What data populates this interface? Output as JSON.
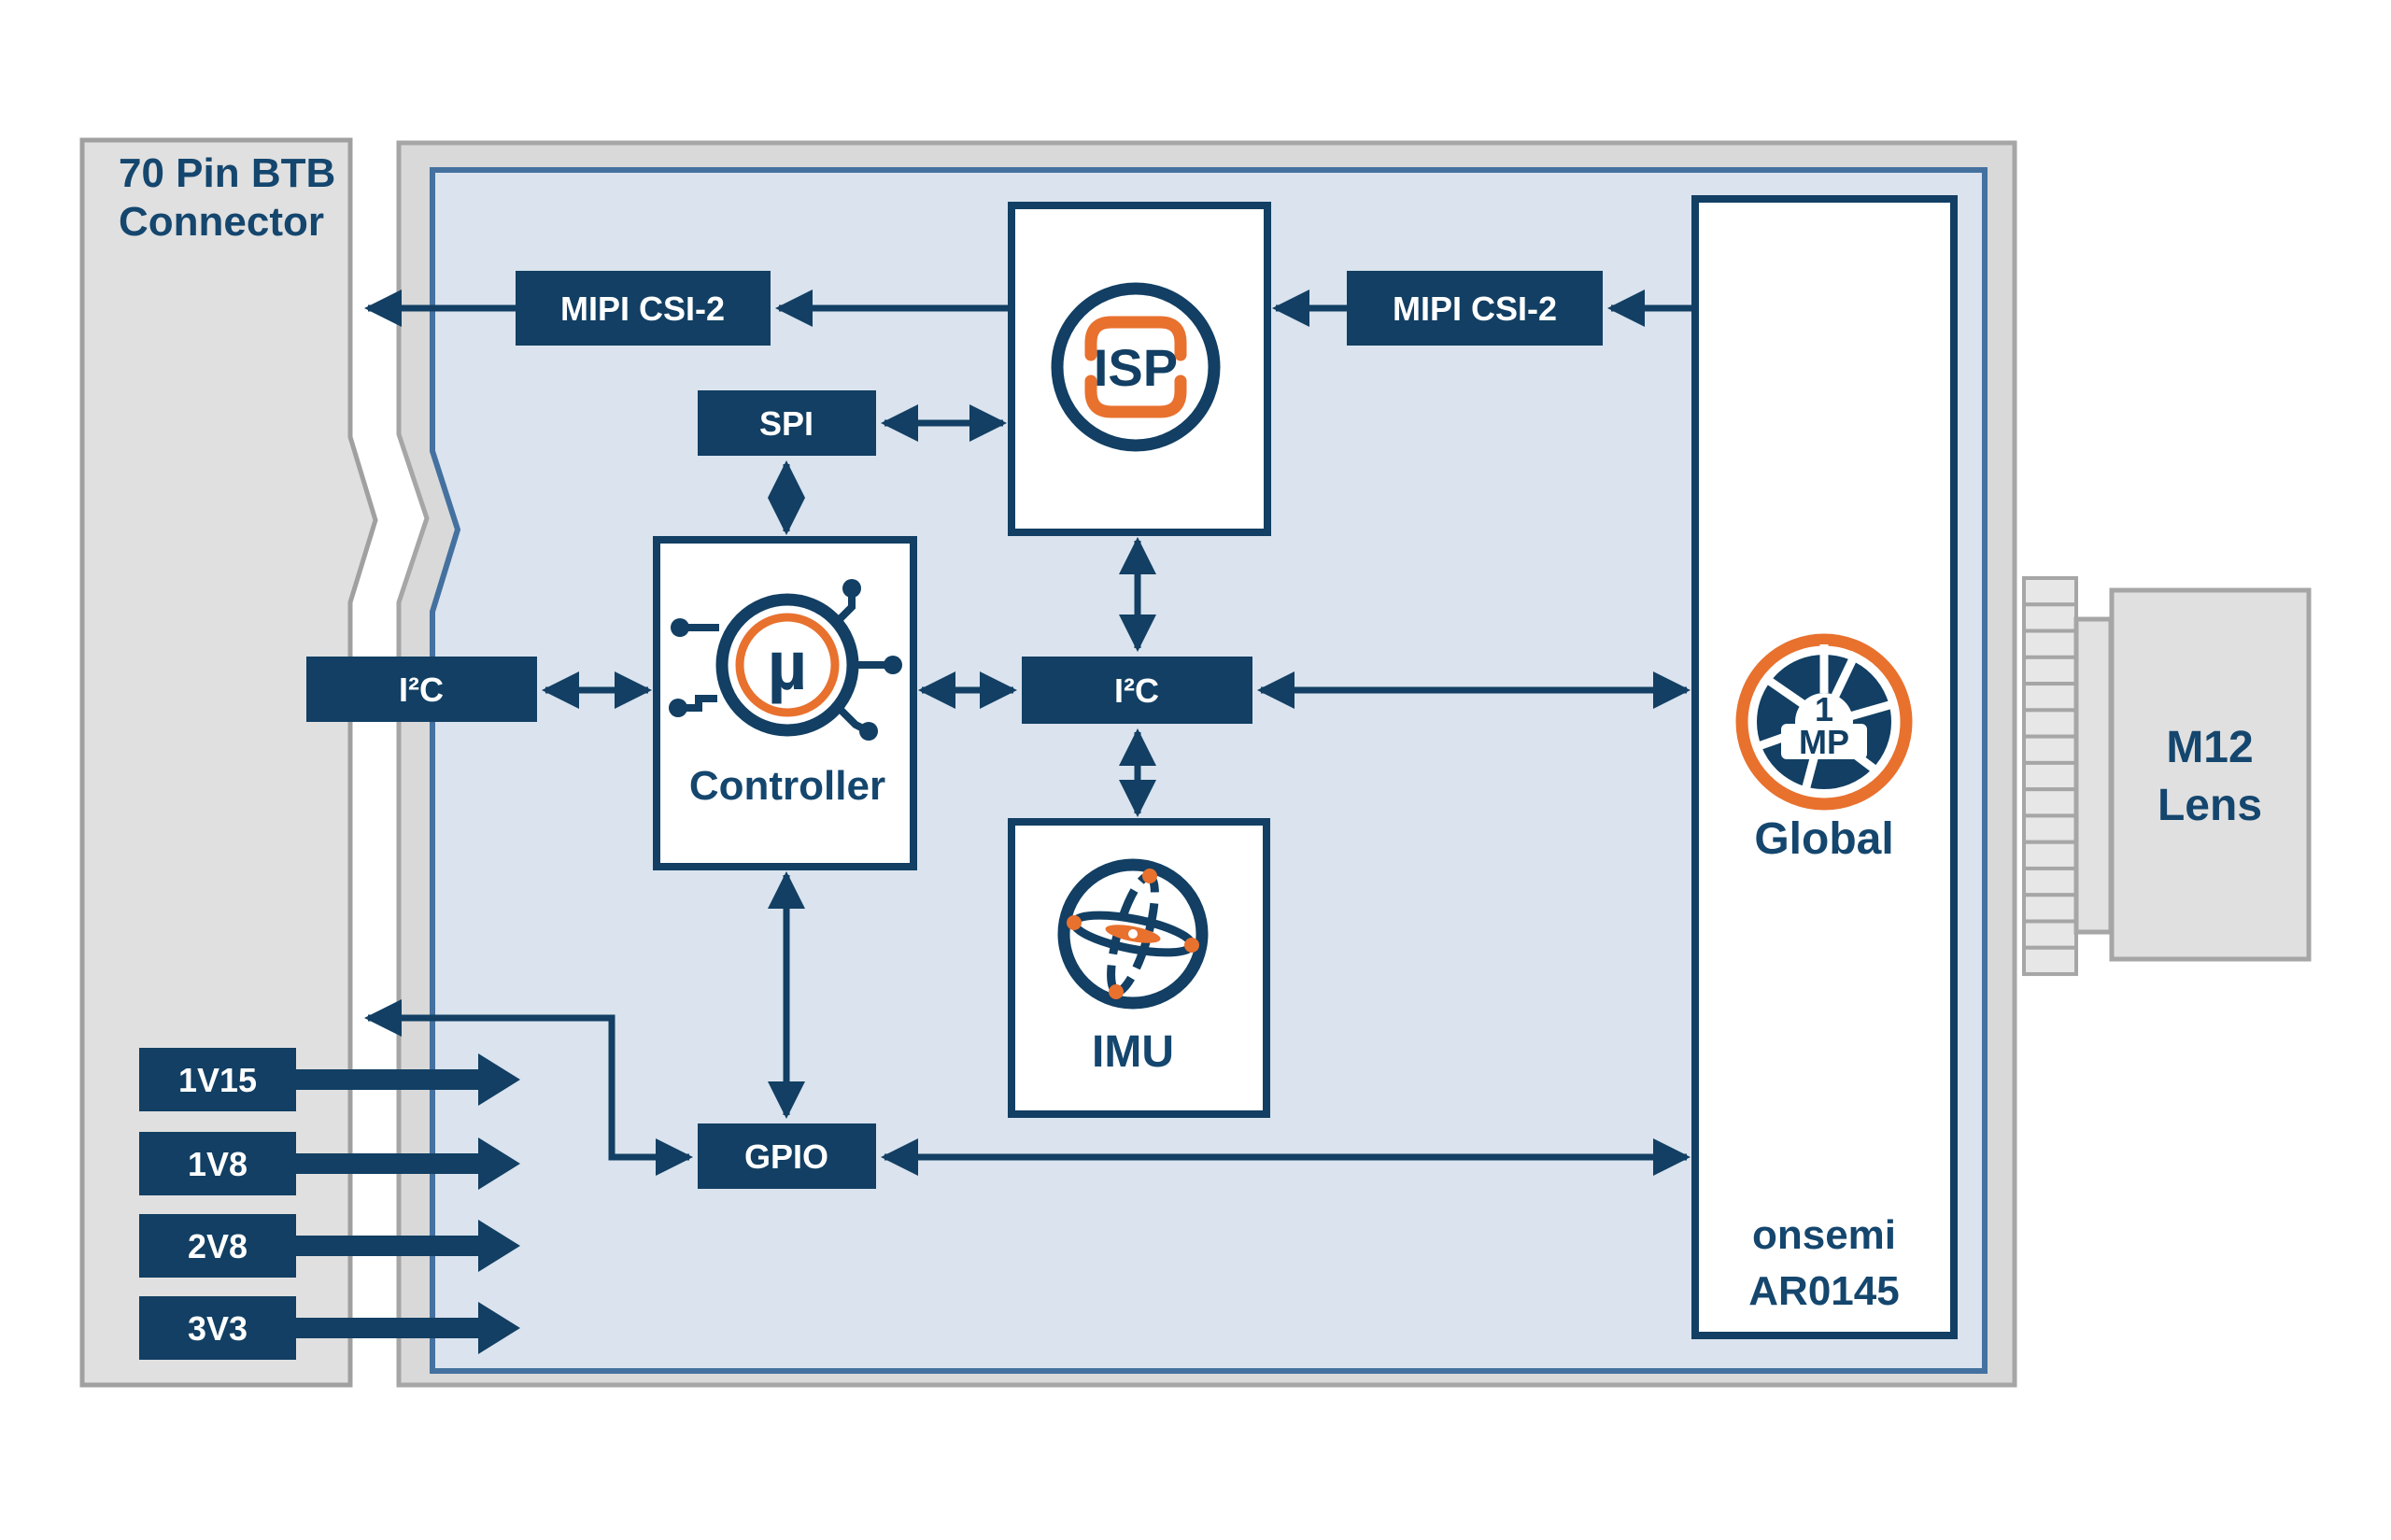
{
  "colors": {
    "navy": "#123f63",
    "text_navy": "#14466e",
    "orange": "#e8712e",
    "board_fill": "#dae3ee",
    "board_border": "#44719f",
    "frame_fill": "#d9d9d9",
    "frame_border": "#a6a6a6",
    "connector_fill": "#e0e0e0",
    "connector_border": "#a0a0a0"
  },
  "connector": {
    "label": [
      "70 Pin BTB",
      "Connector"
    ]
  },
  "interfaces": {
    "mipi_left": "MIPI CSI-2",
    "mipi_right": "MIPI CSI-2",
    "spi": "SPI",
    "i2c_left": "I²C",
    "i2c_center": "I²C",
    "gpio": "GPIO"
  },
  "power_rails": [
    {
      "label": "1V15"
    },
    {
      "label": "1V8"
    },
    {
      "label": "2V8"
    },
    {
      "label": "3V3"
    }
  ],
  "isp": {
    "label": "ISP"
  },
  "controller": {
    "label": "Controller",
    "symbol": "µ"
  },
  "imu": {
    "label": "IMU"
  },
  "sensor": {
    "resolution_line1": "1",
    "resolution_line2": "MP",
    "shutter": "Global",
    "vendor": "onsemi",
    "part_number": "AR0145"
  },
  "lens": {
    "label": [
      "M12",
      "Lens"
    ]
  }
}
